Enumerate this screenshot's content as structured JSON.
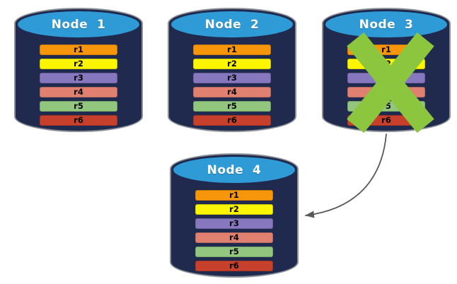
{
  "nodes": [
    {
      "id": "node-1",
      "label": "Node  1",
      "failed": false,
      "records": [
        "r1",
        "r2",
        "r3",
        "r4",
        "r5",
        "r6"
      ]
    },
    {
      "id": "node-2",
      "label": "Node  2",
      "failed": false,
      "records": [
        "r1",
        "r2",
        "r3",
        "r4",
        "r5",
        "r6"
      ]
    },
    {
      "id": "node-3",
      "label": "Node  3",
      "failed": true,
      "records": [
        "r1",
        "r2",
        "r3",
        "r4",
        "r5",
        "r6"
      ]
    },
    {
      "id": "node-4",
      "label": "Node  4",
      "failed": false,
      "records": [
        "r1",
        "r2",
        "r3",
        "r4",
        "r5",
        "r6"
      ]
    }
  ],
  "record_colors": [
    "#F7950B",
    "#FBF500",
    "#8677BF",
    "#DF8070",
    "#92C57E",
    "#C7402B"
  ],
  "colors": {
    "cylinder_body": "#1F2A4E",
    "cylinder_top": "#2E9BD6",
    "cylinder_outline": "#8C9096",
    "node_label_text": "#FFFFFF",
    "record_label_text": "#000000",
    "failure_x": "#8CC63F",
    "arrow": "#595959"
  },
  "arrow": {
    "from": "Node 3",
    "to": "Node 4"
  }
}
